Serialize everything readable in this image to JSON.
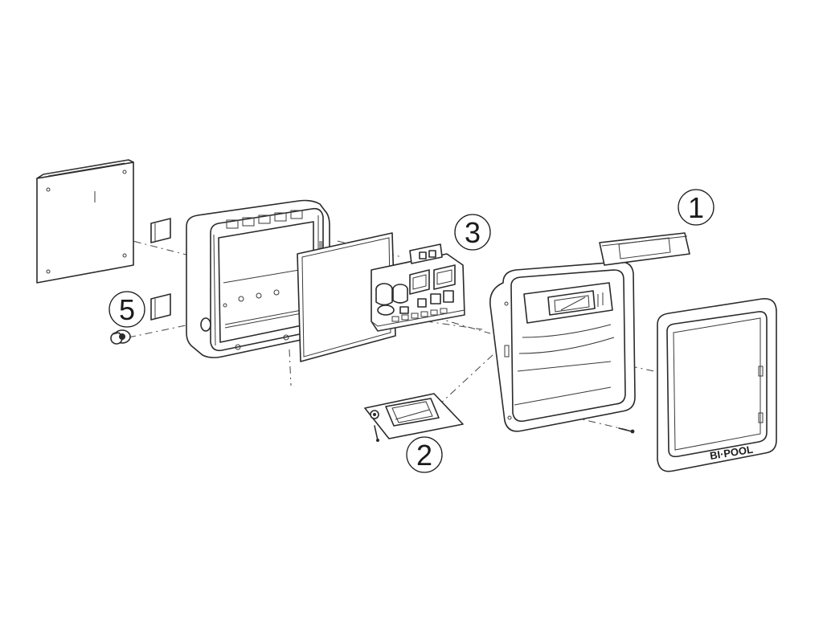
{
  "callouts": [
    {
      "id": "1",
      "label": "1"
    },
    {
      "id": "2",
      "label": "2"
    },
    {
      "id": "3",
      "label": "3"
    },
    {
      "id": "5",
      "label": "5"
    }
  ],
  "logo": {
    "text": "BI·POOL"
  }
}
